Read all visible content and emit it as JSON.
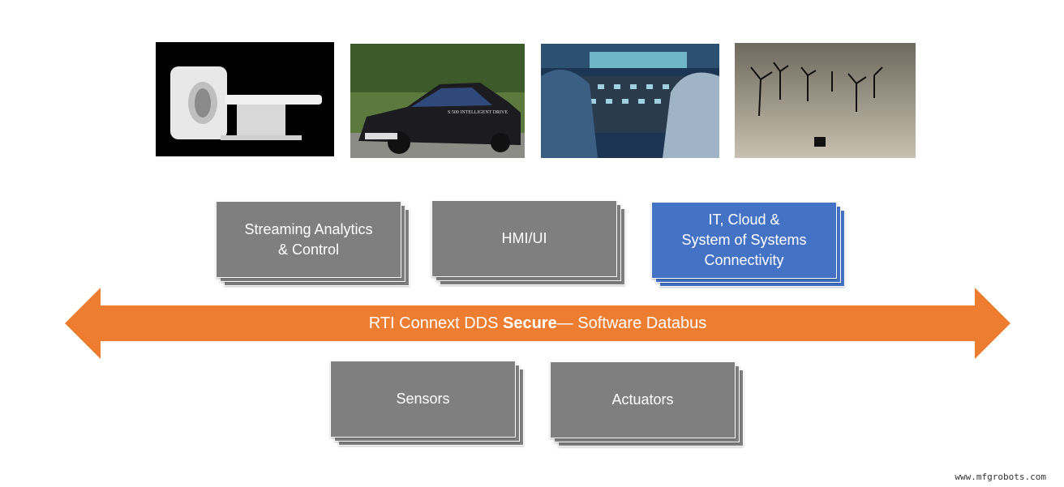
{
  "images": [
    {
      "name": "ct-scanner-photo"
    },
    {
      "name": "car-photo",
      "plate_text": "S 500 INTELLIGENT DRIVE"
    },
    {
      "name": "cockpit-photo"
    },
    {
      "name": "wind-turbines-photo"
    }
  ],
  "boxes": {
    "streaming": "Streaming Analytics\n& Control",
    "hmi": "HMI/UI",
    "it_cloud": "IT, Cloud &\nSystem of Systems\nConnectivity",
    "sensors": "Sensors",
    "actuators": "Actuators"
  },
  "bus": {
    "prefix": "RTI Connext DDS ",
    "bold": "Secure",
    "suffix": "— Software Databus"
  },
  "watermark": "www.mfgrobots.com",
  "colors": {
    "gray_box": "#7f7f7f",
    "blue_box": "#4472c4",
    "arrow": "#ed7d31"
  }
}
